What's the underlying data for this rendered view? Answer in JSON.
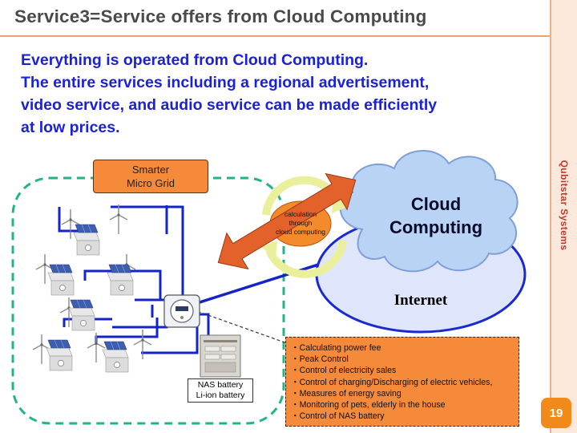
{
  "title": "Service3=Service offers from Cloud Computing",
  "intro": [
    "Everything is operated from Cloud Computing.",
    "The entire services including a regional advertisement,",
    "video service, and audio service can be made efficiently",
    "at low prices."
  ],
  "side_brand": "Qubitstar Systems",
  "page_number": "19",
  "smart_grid": [
    "Smarter",
    "Micro Grid"
  ],
  "cloud": [
    "Cloud",
    "Computing"
  ],
  "internet": "Internet",
  "calculation": [
    "calculation",
    "through",
    "cloud computing"
  ],
  "nas": [
    "NAS battery",
    "Li-ion battery"
  ],
  "services": [
    "Calculating power fee",
    "Peak Control",
    "Control of electricity sales",
    "Control of charging/Discharging of electric vehicles,",
    "Measures of energy saving",
    "Monitoring of pets, elderly in the house",
    "Control of NAS battery"
  ],
  "icons": {
    "house": "house-with-solar-panel-icon",
    "turbine": "wind-turbine-icon",
    "meter": "smart-meter-icon",
    "battery": "nas-battery-cabinet-icon"
  },
  "colors": {
    "title": "#4a4a4a",
    "intro": "#1b22d6",
    "orange_box": "#f58a3b",
    "grid_line": "#1524c8",
    "dash_outline": "#22b38a",
    "cloud": "#b9d3f5",
    "internet": "#dfe6fb"
  }
}
